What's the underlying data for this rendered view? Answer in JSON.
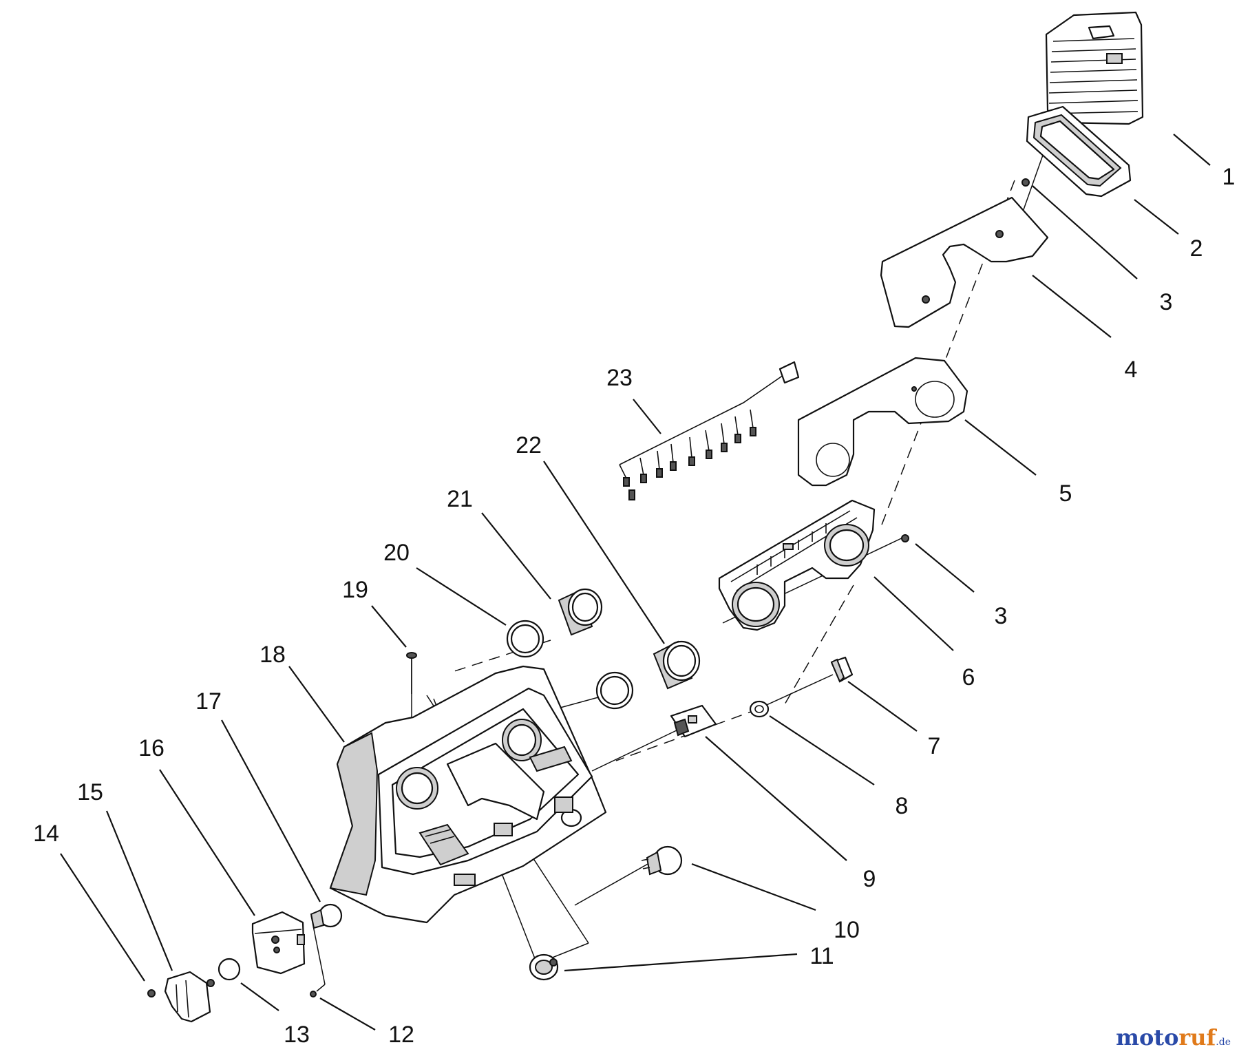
{
  "callouts": [
    "1",
    "2",
    "3",
    "4",
    "5",
    "6",
    "7",
    "8",
    "9",
    "10",
    "11",
    "12",
    "13",
    "14",
    "15",
    "16",
    "17",
    "18",
    "19",
    "20",
    "21",
    "22",
    "23"
  ],
  "extra_callouts": {
    "second_3": "3"
  },
  "watermark": {
    "part_a": "moto",
    "part_b": "ruf",
    "suffix": ".de"
  },
  "colors": {
    "line": "#111111",
    "shade": "#cfcfcf",
    "watermark_blue": "#2a4aa8",
    "watermark_orange": "#e07a1a"
  }
}
